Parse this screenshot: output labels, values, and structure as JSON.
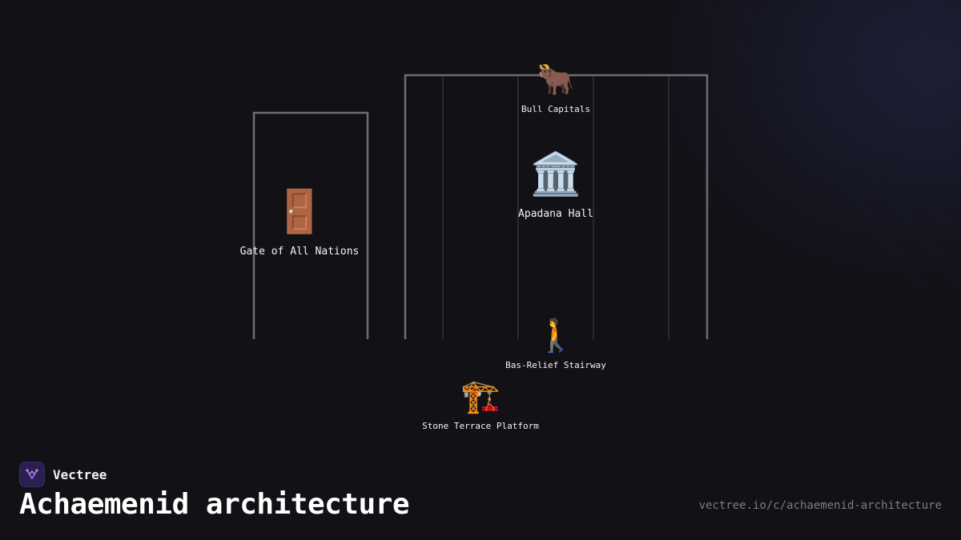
{
  "diagram": {
    "nodes": {
      "gate": {
        "emoji": "🚪",
        "label": "Gate of All Nations"
      },
      "apadana": {
        "emoji": "🏛️",
        "label": "Apadana Hall"
      },
      "bull": {
        "emoji": "🐂",
        "label": "Bull Capitals"
      },
      "stairway": {
        "emoji": "🚶",
        "label": "Bas-Relief Stairway"
      },
      "terrace": {
        "emoji": "🏗️",
        "label": "Stone Terrace Platform"
      }
    },
    "colors": {
      "frame": "#6e6e72",
      "column": "#3a3a40",
      "background": "#111116"
    }
  },
  "footer": {
    "brand": "Vectree",
    "title": "Achaemenid architecture",
    "url": "vectree.io/c/achaemenid-architecture",
    "logo_icon": "vectree-logo-icon"
  }
}
